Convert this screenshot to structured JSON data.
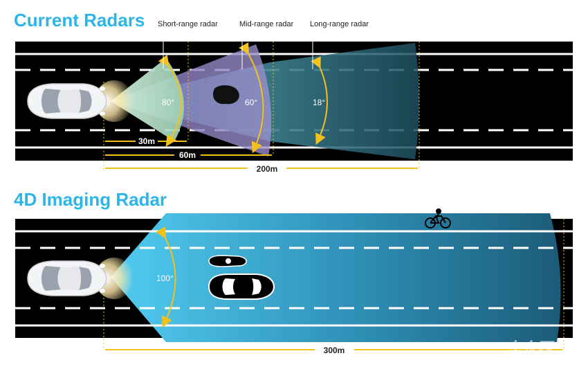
{
  "current": {
    "title": "Current Radars",
    "labels": {
      "short_range": "Short-range radar",
      "mid_range": "Mid-range radar",
      "long_range": "Long-range radar"
    },
    "angles": {
      "short": "80°",
      "mid": "60°",
      "long": "18°"
    },
    "distances": {
      "short": "30m",
      "mid": "60m",
      "long": "200m"
    }
  },
  "imaging": {
    "title": "4D Imaging Radar",
    "angle": "100°",
    "distance": "300m"
  },
  "watermark": "车东西",
  "colors": {
    "title_blue": "#2bb5e8",
    "road": "#000000",
    "lane_line": "#ffffff",
    "measure_yellow": "#f2c21b",
    "short_beam": "#9fd6b8",
    "mid_beam": "#8a7ab8",
    "long_beam": "#4fa6b5",
    "imaging_beam": "#52c8ee"
  }
}
